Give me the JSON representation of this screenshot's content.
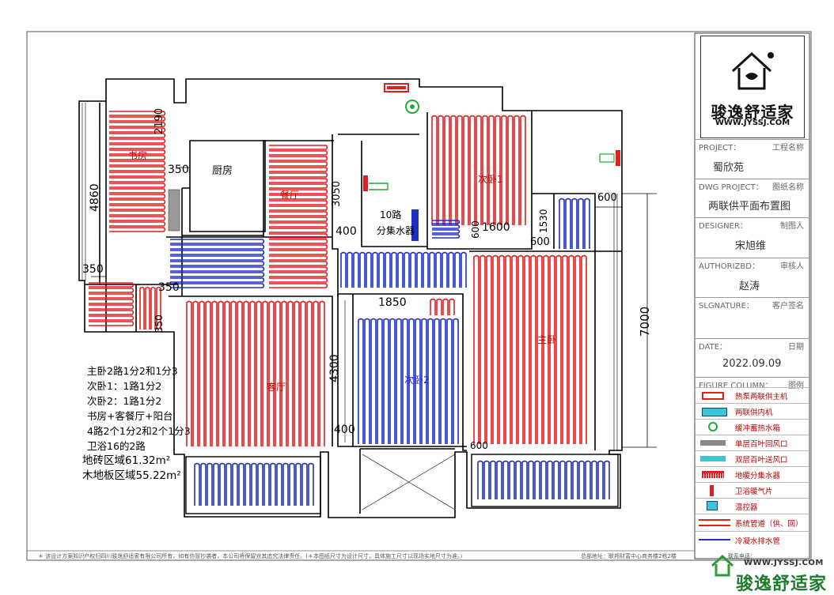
{
  "logo": {
    "brand": "骏逸舒适家",
    "url": "WWW.JYSSJ.COM"
  },
  "title_block": {
    "project_label": "PROJECT：",
    "project_cn": "工程名称",
    "project_value": "蜀欣苑",
    "dwg_label": "DWG PROJECT：",
    "dwg_cn": "图纸名称",
    "dwg_value": "两联供平面布置图",
    "designer_label": "DESIGNER：",
    "designer_cn": "制图人",
    "designer_value": "宋旭维",
    "author_label": "AUTHORIZBD：",
    "author_cn": "审核人",
    "author_value": "赵涛",
    "sign_label": "SLGNATURE：",
    "sign_cn": "客户签名",
    "date_label": "DATE：",
    "date_cn": "日期",
    "date_value": "2022.09.09",
    "legend_label": "FIGURE COLUMN：",
    "legend_cn": "图例"
  },
  "legend": [
    {
      "icon": "heat-pump-icon",
      "label": "热泵两联供主机"
    },
    {
      "icon": "indoor-unit-icon",
      "label": "两联供内机"
    },
    {
      "icon": "buffer-tank-icon",
      "label": "缓冲蓄热水箱"
    },
    {
      "icon": "return-vent-icon",
      "label": "单层百叶回风口"
    },
    {
      "icon": "supply-vent-icon",
      "label": "双层百叶送风口"
    },
    {
      "icon": "manifold-icon",
      "label": "地暖分集水器"
    },
    {
      "icon": "towel-rack-icon",
      "label": "卫浴暖气片"
    },
    {
      "icon": "thermostat-icon",
      "label": "温控器"
    },
    {
      "icon": "system-pipe-icon",
      "label": "系统管道（供、回）"
    },
    {
      "icon": "drain-pipe-icon",
      "label": "冷凝水排水管"
    }
  ],
  "rooms": {
    "study": "书房",
    "kitchen": "厨房",
    "dining": "餐厅",
    "bedroom1": "次卧1",
    "bedroom2": "次卧2",
    "living": "客厅",
    "master": "主卧",
    "manifold_line1": "10路",
    "manifold_line2": "分集水器"
  },
  "dimensions": {
    "d2190": "2190",
    "d350a": "350",
    "d4860": "4860",
    "d3050": "3050",
    "d400a": "400",
    "d600a": "600",
    "d1600": "1600",
    "d1530": "1530",
    "d600b": "600",
    "d600c": "600",
    "d350b": "350",
    "d350c": "350",
    "d350d": "350",
    "d1850": "1850",
    "d4300": "4300",
    "d7000": "7000",
    "d400b": "400",
    "d600d": "600"
  },
  "notes": [
    "主卧2路1分2和1分3",
    "次卧1：1路1分2",
    "次卧2：1路1分2",
    "书房+客餐厅+阳台",
    "4路2个1分2和2个1分3",
    "卫浴16的2路",
    "地砖区域61.32m²",
    "木地板区域55.22m²"
  ],
  "footer": {
    "copyright": "＊ 该设计方案知识产权归四川骏逸舒适家有限公司所有，如有仿冒抄袭者，本公司将保留对其追究法律责任。(＊本图纸尺寸为设计尺寸，具体施工尺寸以现场实地尺寸为准。）",
    "address": "总部地址：联邦财富中心商务楼2栋2楼",
    "phone": "联系电话：",
    "wm_url": "WWW.JYSSJ.COM",
    "wm_brand": "骏逸舒适家"
  },
  "colors": {
    "supply": "#e41e1e",
    "drain": "#1e2fc8",
    "wall": "#000000"
  }
}
